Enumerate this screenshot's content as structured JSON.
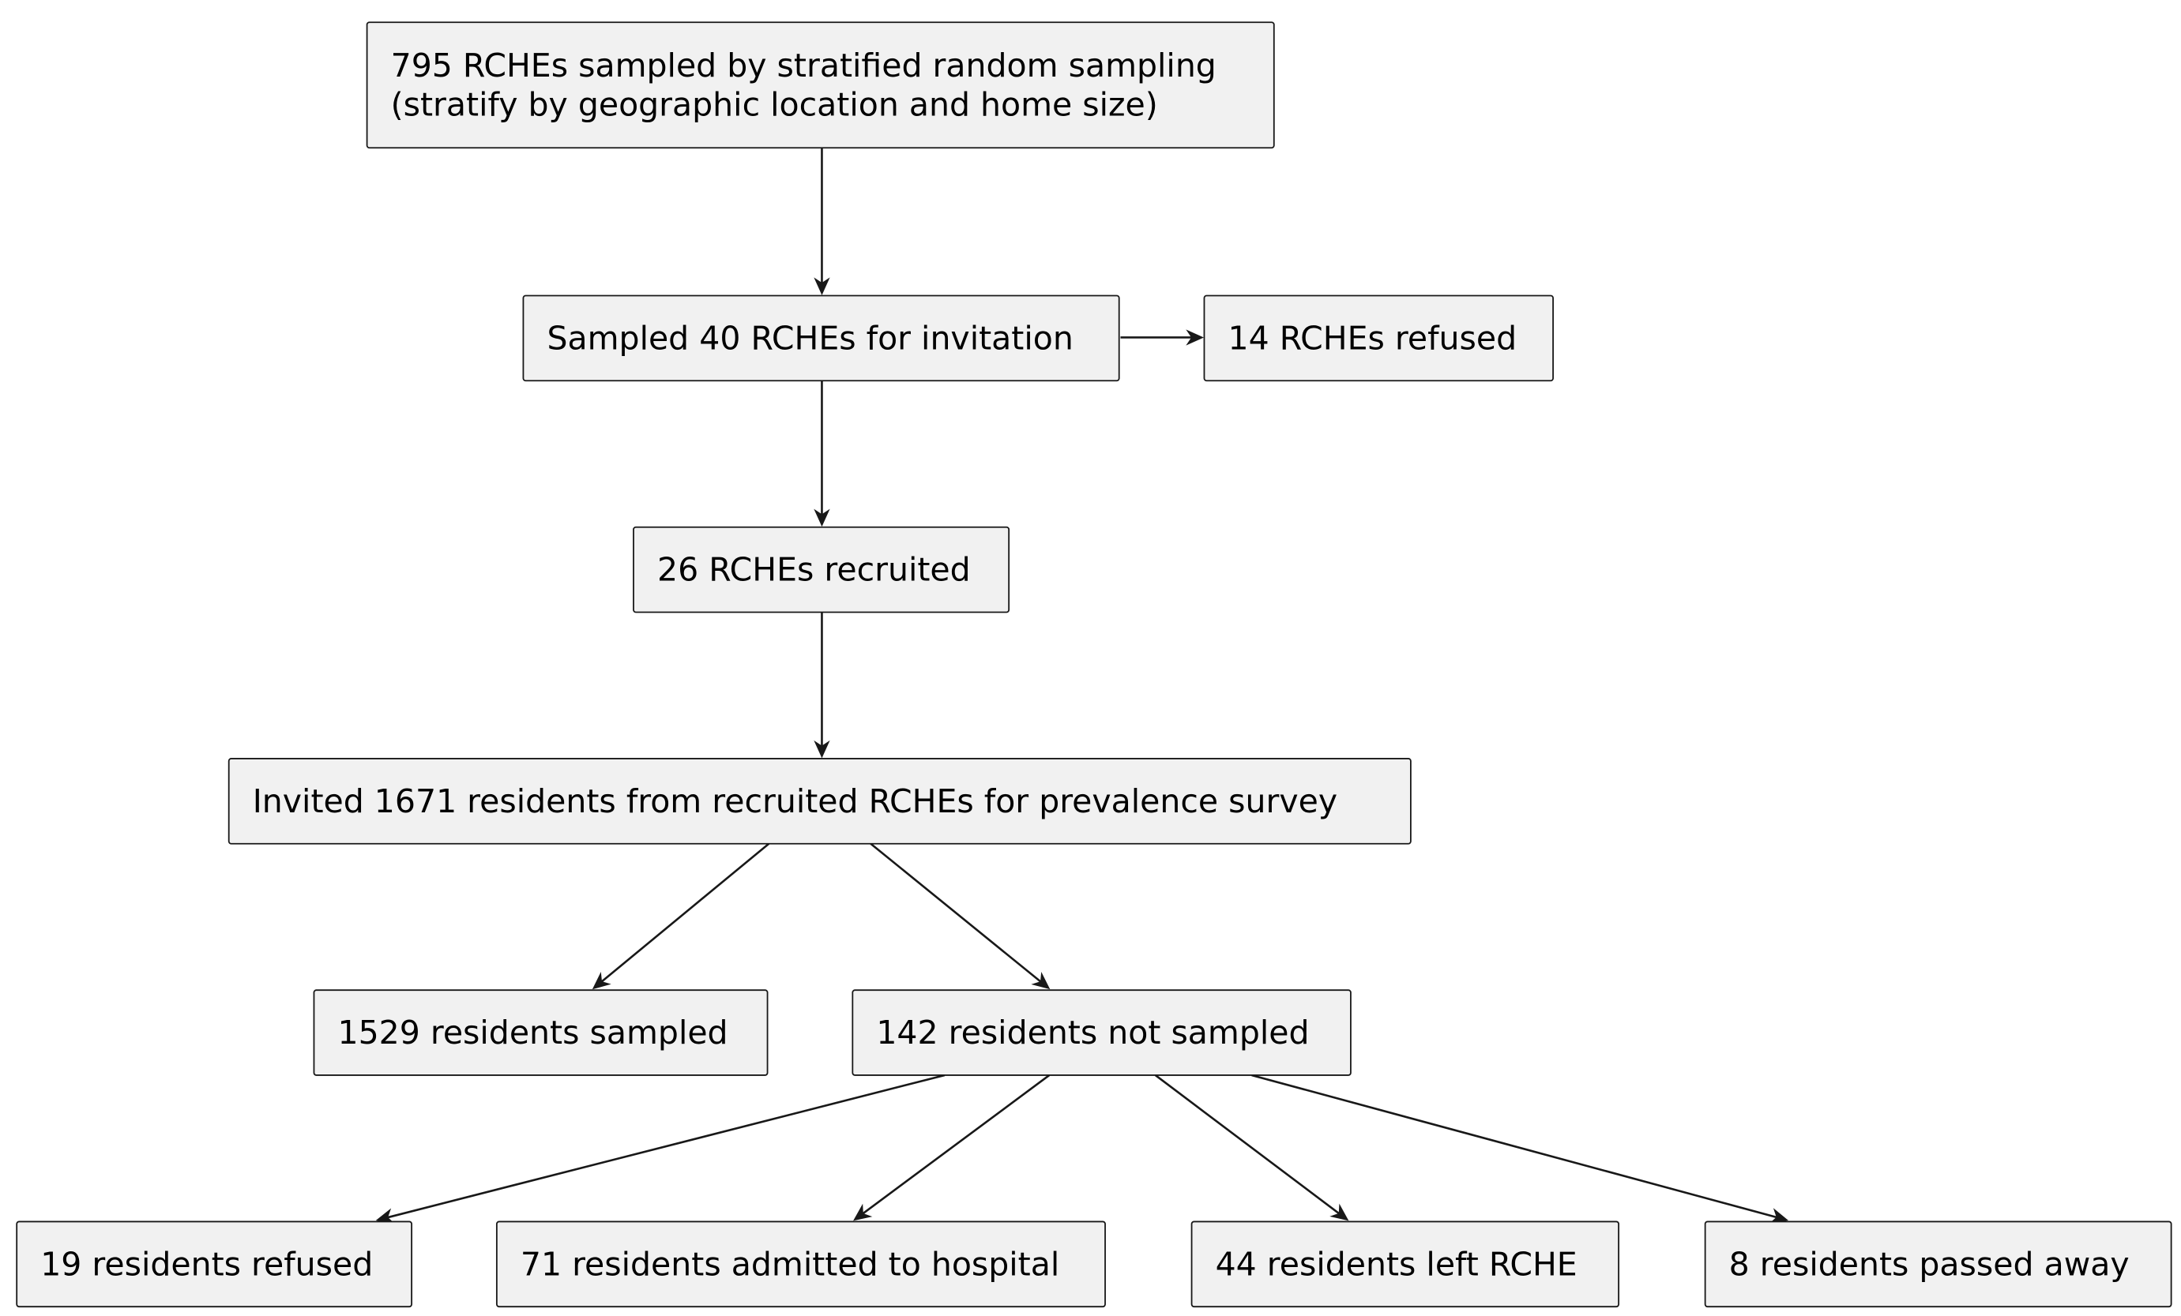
{
  "nodes": [
    {
      "id": "sampled-795",
      "lines": [
        "795 RCHEs sampled by stratified random sampling",
        "(stratify by geographic location and home size)"
      ]
    },
    {
      "id": "invited-40",
      "lines": [
        "Sampled 40 RCHEs for invitation"
      ]
    },
    {
      "id": "refused-14",
      "lines": [
        "14 RCHEs refused"
      ]
    },
    {
      "id": "recruited-26",
      "lines": [
        "26 RCHEs recruited"
      ]
    },
    {
      "id": "invited-residents-1671",
      "lines": [
        "Invited 1671 residents from recruited RCHEs for prevalence survey"
      ]
    },
    {
      "id": "residents-sampled-1529",
      "lines": [
        "1529 residents sampled"
      ]
    },
    {
      "id": "residents-not-sampled-142",
      "lines": [
        "142 residents not sampled"
      ]
    },
    {
      "id": "residents-refused-19",
      "lines": [
        "19 residents refused"
      ]
    },
    {
      "id": "residents-hospital-71",
      "lines": [
        "71 residents admitted to hospital"
      ]
    },
    {
      "id": "residents-left-44",
      "lines": [
        "44 residents left RCHE"
      ]
    },
    {
      "id": "residents-passed-8",
      "lines": [
        "8 residents passed away"
      ]
    }
  ],
  "edges": [
    {
      "from": "sampled-795",
      "to": "invited-40"
    },
    {
      "from": "invited-40",
      "to": "refused-14"
    },
    {
      "from": "invited-40",
      "to": "recruited-26"
    },
    {
      "from": "recruited-26",
      "to": "invited-residents-1671"
    },
    {
      "from": "invited-residents-1671",
      "to": "residents-sampled-1529"
    },
    {
      "from": "invited-residents-1671",
      "to": "residents-not-sampled-142"
    },
    {
      "from": "residents-not-sampled-142",
      "to": "residents-refused-19"
    },
    {
      "from": "residents-not-sampled-142",
      "to": "residents-hospital-71"
    },
    {
      "from": "residents-not-sampled-142",
      "to": "residents-left-44"
    },
    {
      "from": "residents-not-sampled-142",
      "to": "residents-passed-8"
    }
  ]
}
